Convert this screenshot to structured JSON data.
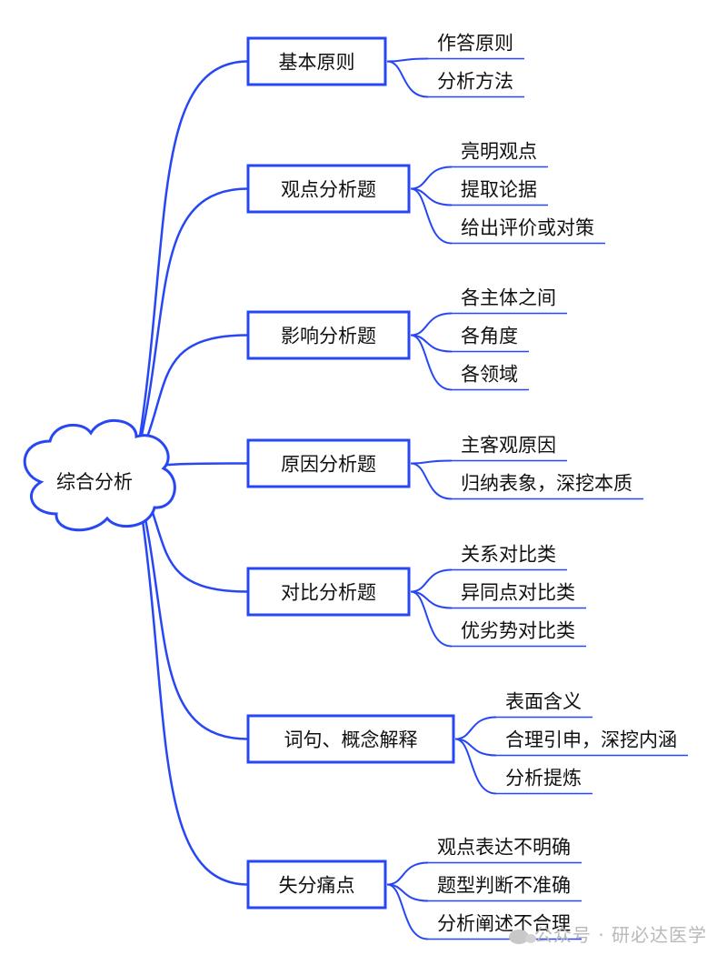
{
  "mindmap": {
    "root": "综合分析",
    "branches": [
      {
        "label": "基本原则",
        "children": [
          "作答原则",
          "分析方法"
        ]
      },
      {
        "label": "观点分析题",
        "children": [
          "亮明观点",
          "提取论据",
          "给出评价或对策"
        ]
      },
      {
        "label": "影响分析题",
        "children": [
          "各主体之间",
          "各角度",
          "各领域"
        ]
      },
      {
        "label": "原因分析题",
        "children": [
          "主客观原因",
          "归纳表象，深挖本质"
        ]
      },
      {
        "label": "对比分析题",
        "children": [
          "关系对比类",
          "异同点对比类",
          "优劣势对比类"
        ]
      },
      {
        "label": "词句、概念解释",
        "children": [
          "表面含义",
          "合理引申，深挖内涵",
          "分析提炼"
        ]
      },
      {
        "label": "失分痛点",
        "children": [
          "观点表达不明确",
          "题型判断不准确",
          "分析阐述不合理"
        ]
      }
    ]
  },
  "colors": {
    "accent": "#2747f5",
    "text": "#111111"
  },
  "watermark": {
    "text": "公众号 · 研必达医学",
    "icon": "wechat-icon"
  }
}
